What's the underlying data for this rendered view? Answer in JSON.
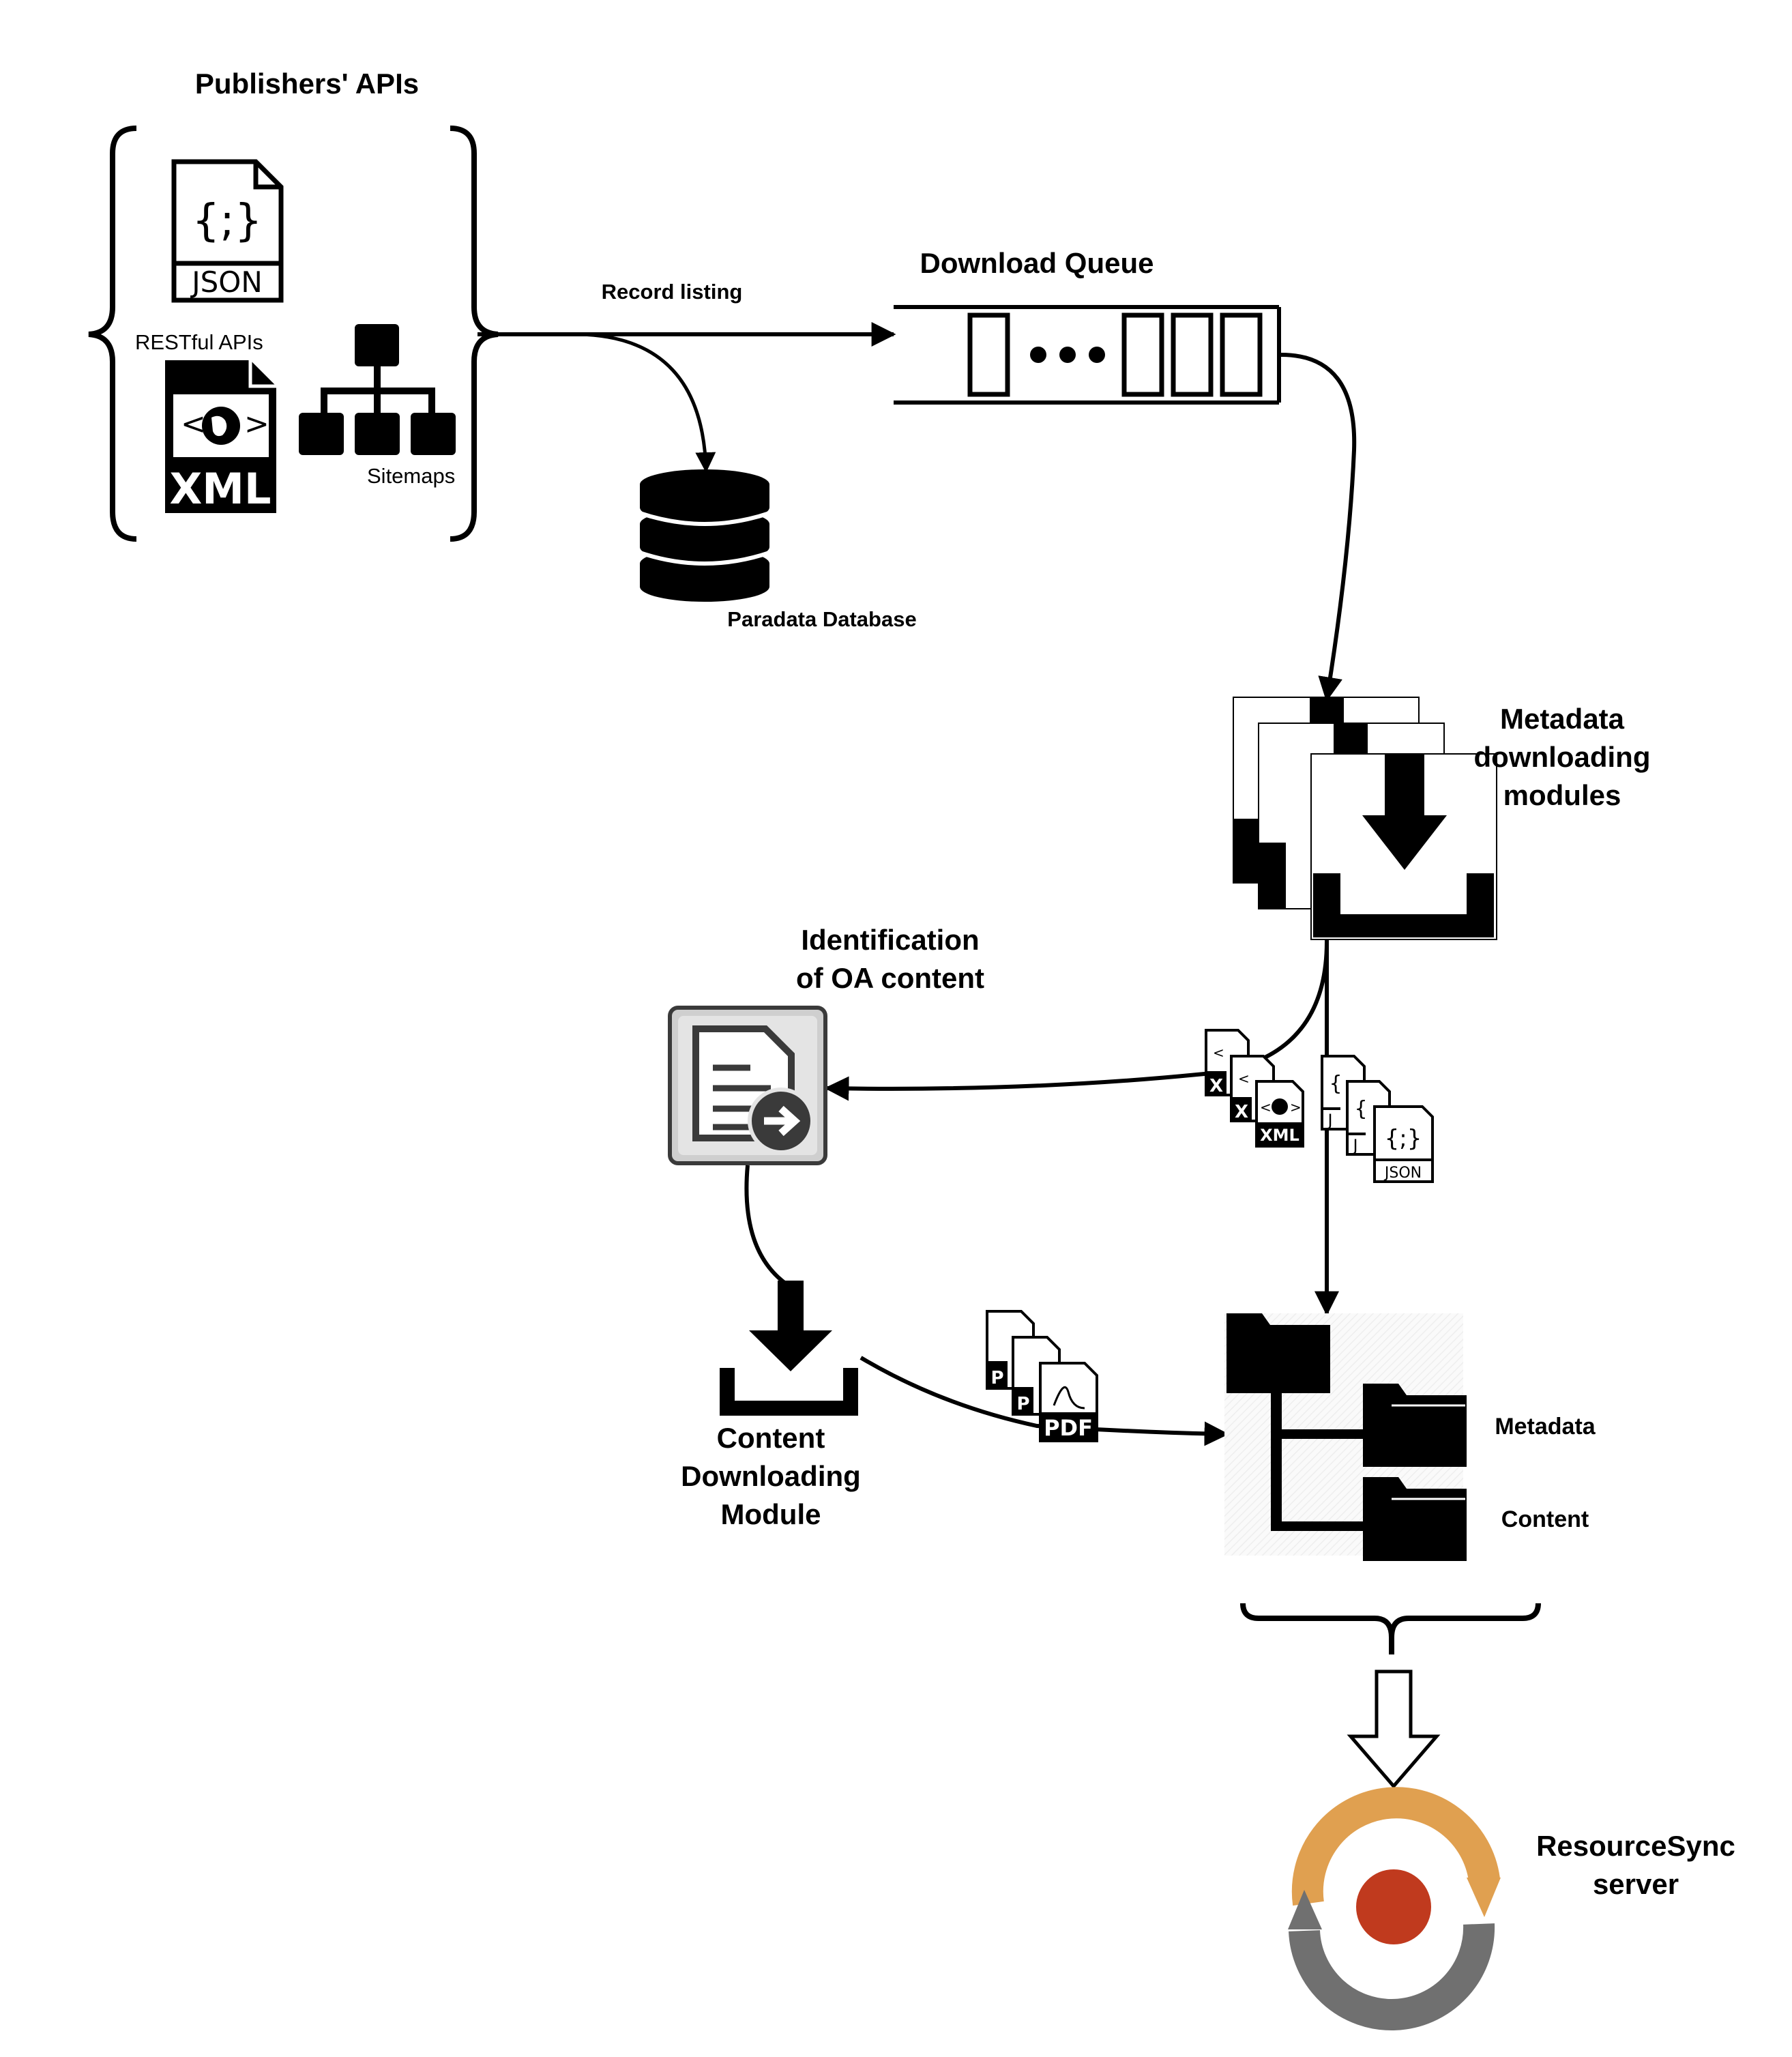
{
  "labels": {
    "publishers_apis": "Publishers' APIs",
    "restful_apis": "RESTful APIs",
    "sitemaps": "Sitemaps",
    "record_listing": "Record listing",
    "download_queue": "Download Queue",
    "paradata_database": "Paradata Database",
    "metadata_modules": [
      "Metadata",
      "downloading",
      "modules"
    ],
    "identification": [
      "Identification",
      "of OA content"
    ],
    "content_module": [
      "Content",
      "Downloading",
      "Module"
    ],
    "folder_metadata": "Metadata",
    "folder_content": "Content",
    "resourcesync": [
      "ResourceSync",
      "server"
    ]
  },
  "icon_text": {
    "json": "JSON",
    "json_braces": "{;}",
    "xml": "XML",
    "pdf": "PDF",
    "x_letter": "X",
    "j_letter": "J",
    "p_letter": "P"
  },
  "colors": {
    "ink": "#000000",
    "resourcesync_orange": "#E0A050",
    "resourcesync_gray": "#707070",
    "resourcesync_red": "#C03A1E",
    "identification_bg": "#D6D6D6"
  }
}
